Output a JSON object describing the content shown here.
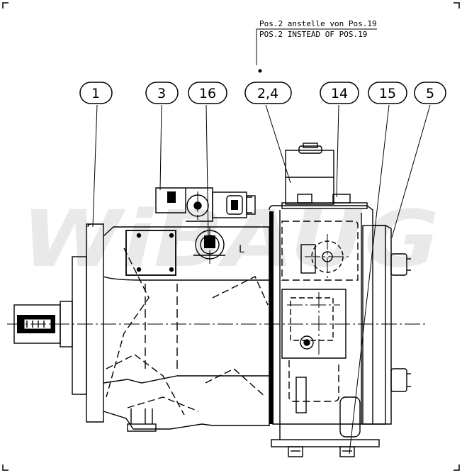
{
  "drawing": {
    "watermark_text": "WiBAUG",
    "note": {
      "line_de": "Pos.2 anstelle von Pos.19",
      "line_en": "POS.2 INSTEAD OF POS.19"
    },
    "port_label": "L",
    "balloons": [
      {
        "id": "balloon-1",
        "label": "1"
      },
      {
        "id": "balloon-3",
        "label": "3"
      },
      {
        "id": "balloon-16",
        "label": "16"
      },
      {
        "id": "balloon-2-4",
        "label": "2,4"
      },
      {
        "id": "balloon-14",
        "label": "14"
      },
      {
        "id": "balloon-15",
        "label": "15"
      },
      {
        "id": "balloon-5",
        "label": "5"
      }
    ],
    "colors": {
      "line": "#000000",
      "watermark": "#e9e9e9",
      "background": "#ffffff"
    }
  }
}
